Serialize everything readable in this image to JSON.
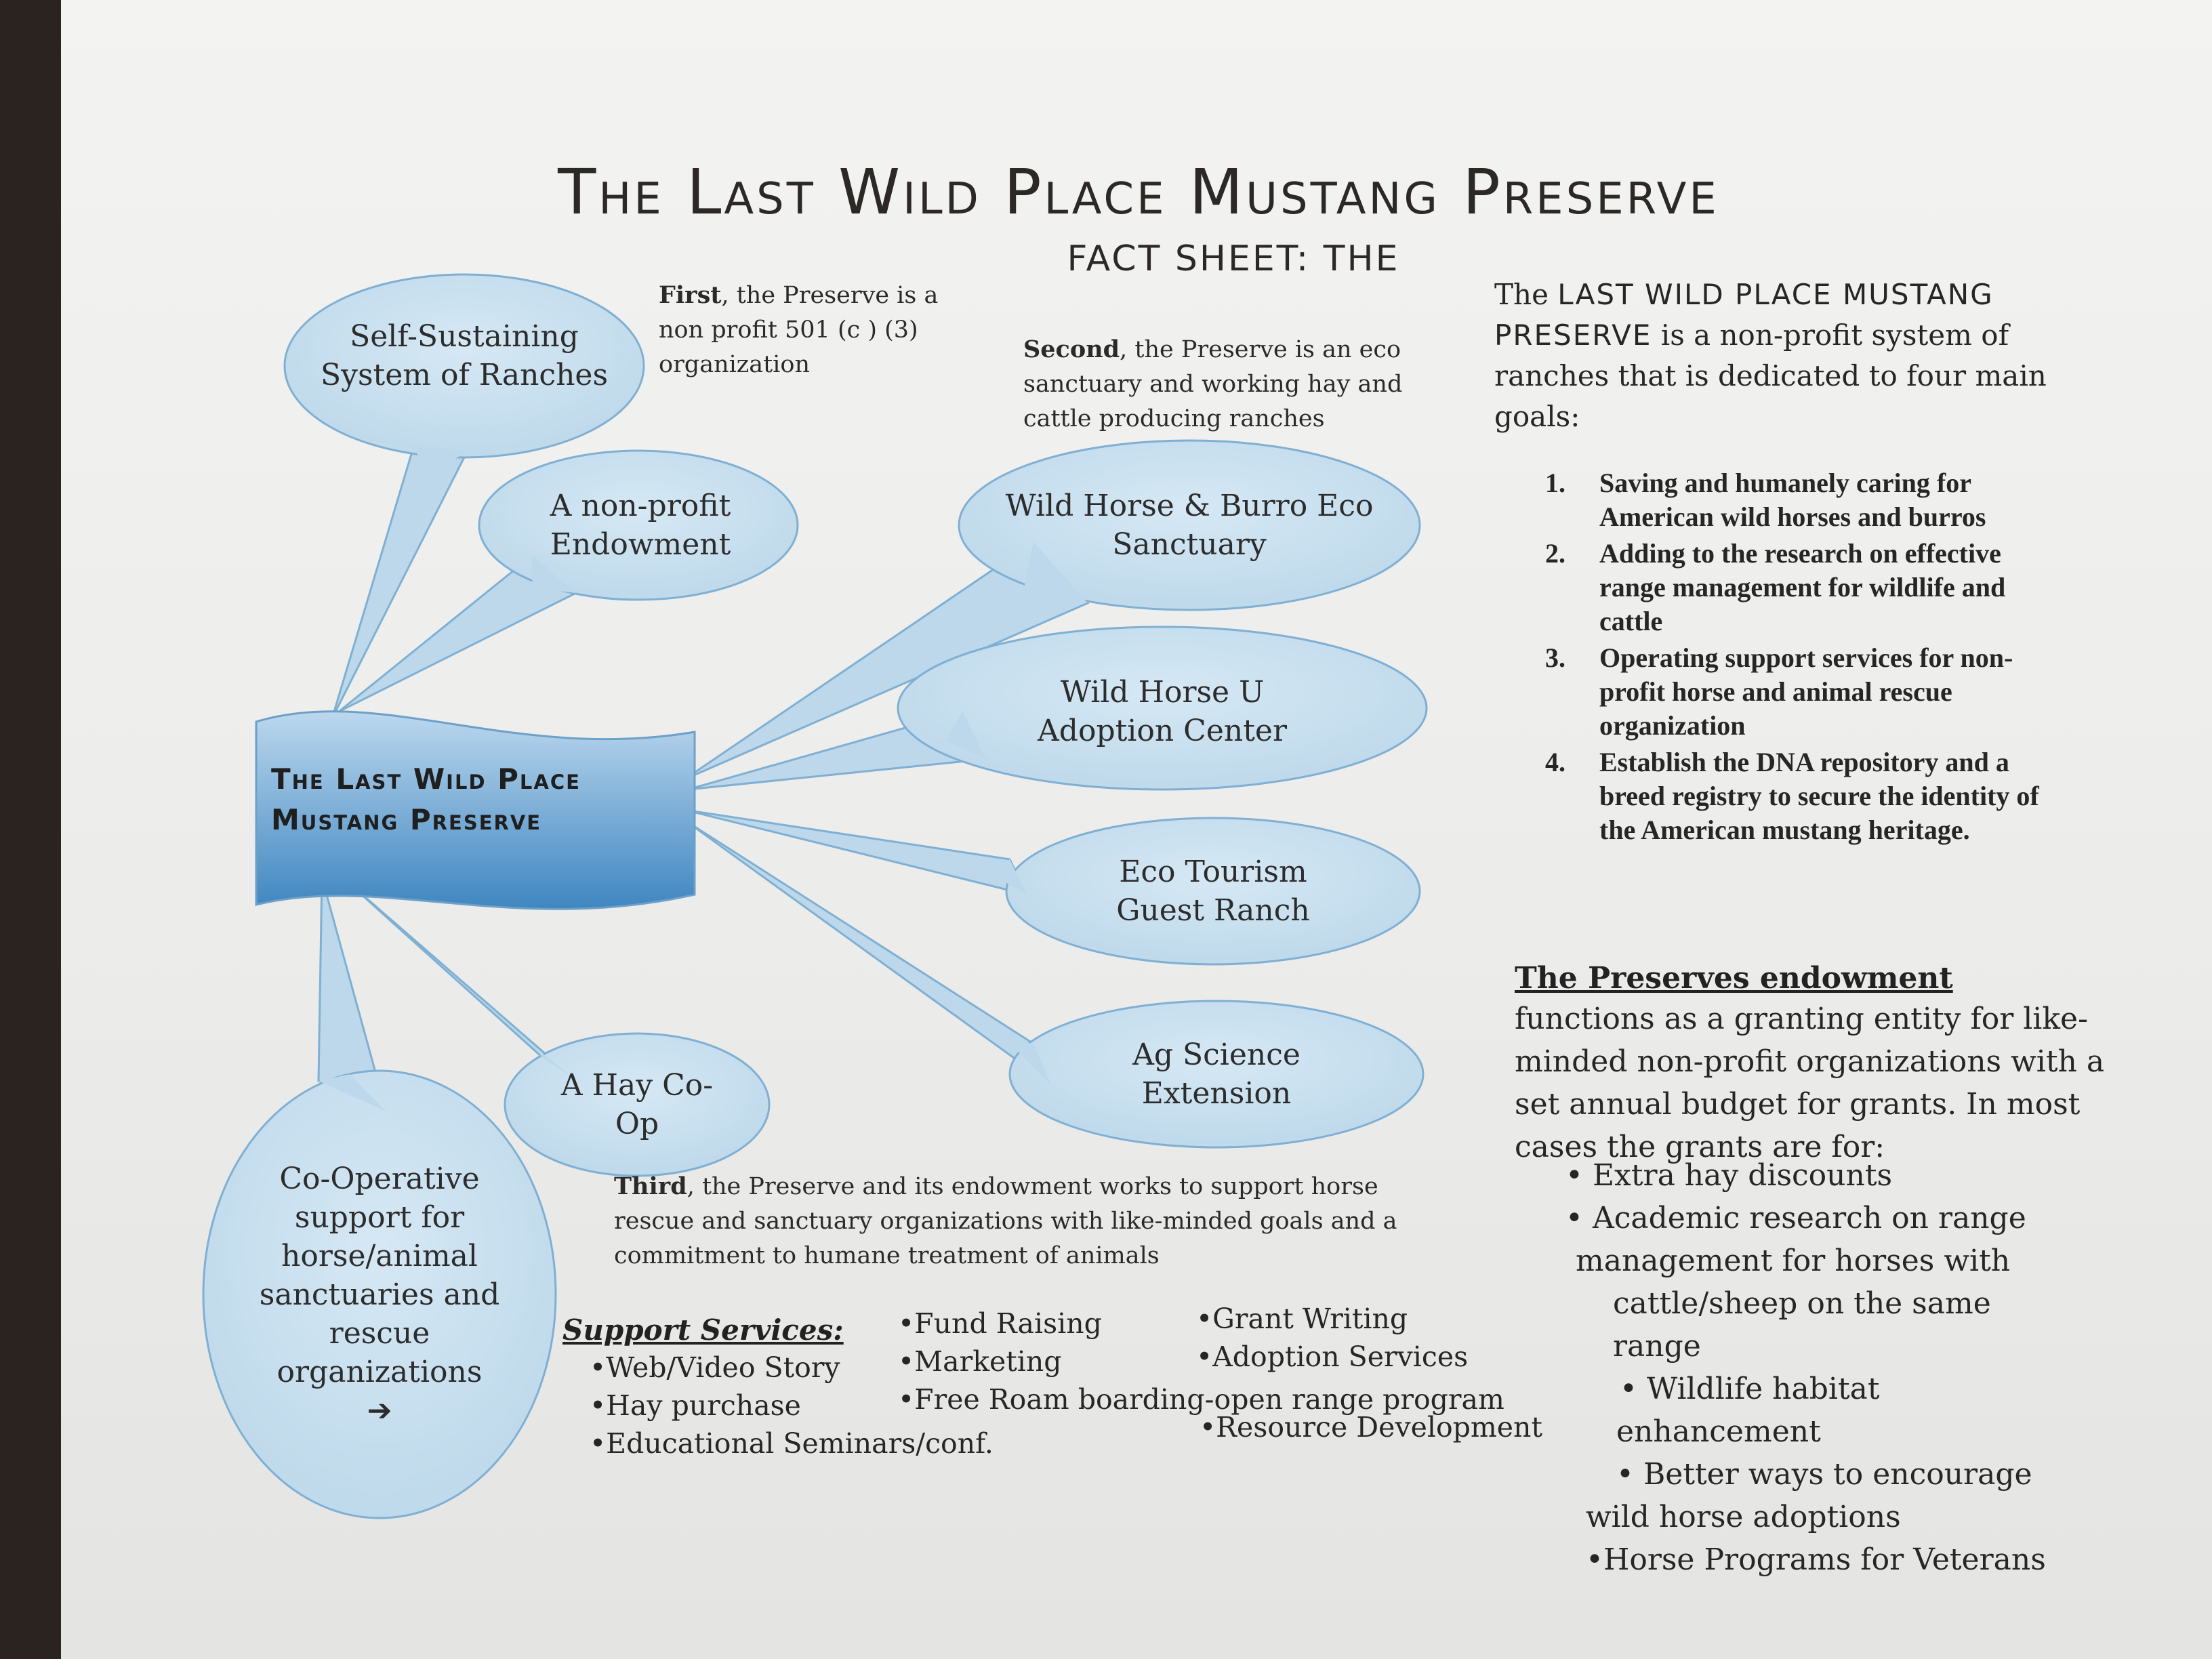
{
  "document": {
    "title": "The Last Wild Place Mustang Preserve",
    "subtitle": "FACT SHEET:  THE"
  },
  "notes": {
    "first_bold": "First",
    "first_text": ", the Preserve is a non profit 501 (c ) (3) organization",
    "second_bold": "Second",
    "second_text": ", the Preserve is an eco sanctuary and working hay and cattle producing ranches",
    "third_bold": "Third",
    "third_text": ", the Preserve and its endowment works to support horse rescue and sanctuary organizations with like-minded goals and a commitment to humane treatment of animals"
  },
  "diagram": {
    "center": {
      "line1": "The Last Wild Place",
      "line2": "Mustang Preserve"
    },
    "nodes": [
      {
        "id": "ranches",
        "label": "Self-Sustaining System of Ranches"
      },
      {
        "id": "endowment",
        "label": "A non-profit Endowment"
      },
      {
        "id": "sanctuary",
        "label": "Wild Horse & Burro Eco Sanctuary"
      },
      {
        "id": "adoption",
        "label": "Wild Horse U Adoption Center"
      },
      {
        "id": "tourism",
        "label": "Eco Tourism Guest Ranch"
      },
      {
        "id": "agscience",
        "label": "Ag Science Extension"
      },
      {
        "id": "haycoop",
        "label": "A Hay Co-Op"
      },
      {
        "id": "coop",
        "label": "Co-Operative support for horse/animal sanctuaries and rescue organizations",
        "arrow": "➔"
      }
    ],
    "colors": {
      "bubble_fill": "#bcd8ea",
      "bubble_stroke": "#7fb0d3",
      "flag_top": "#bcd8ee",
      "flag_bottom": "#3f86c0"
    }
  },
  "intro": {
    "prefix": "The ",
    "name": "LAST WILD PLACE MUSTANG PRESERVE",
    "suffix": " is a non-profit system of ranches that is dedicated to four main goals:"
  },
  "goals": [
    {
      "num": "1.",
      "text": "Saving and humanely caring for American  wild horses and burros"
    },
    {
      "num": "2.",
      "text": "Adding to the research on effective range management for wildlife and cattle"
    },
    {
      "num": "3.",
      "text": "Operating support services for non-profit horse and animal rescue organization"
    },
    {
      "num": "4.",
      "text": "Establish the DNA repository and a breed registry to secure the identity of the American mustang heritage."
    }
  ],
  "endowment": {
    "heading": "The Preserves endowment",
    "body": "functions as a granting entity for like-minded non-profit organizations with a set annual budget for grants. In most cases the grants are for:",
    "lines": [
      "•  Extra hay discounts",
      "•  Academic research on range",
      "management for horses with",
      "cattle/sheep on the same",
      "range",
      "•  Wildlife habitat",
      "enhancement",
      "•  Better ways to encourage",
      "wild horse adoptions",
      "•Horse Programs for Veterans"
    ]
  },
  "support_services": {
    "title": "Support Services:",
    "col1": [
      "•Web/Video Story",
      "•Hay purchase",
      "•Educational Seminars/conf."
    ],
    "col2": [
      "•Fund Raising",
      "•Marketing",
      "•Free Roam boarding-open range program"
    ],
    "col3": [
      "•Grant Writing",
      "•Adoption Services"
    ],
    "extra": "•Resource Development"
  }
}
